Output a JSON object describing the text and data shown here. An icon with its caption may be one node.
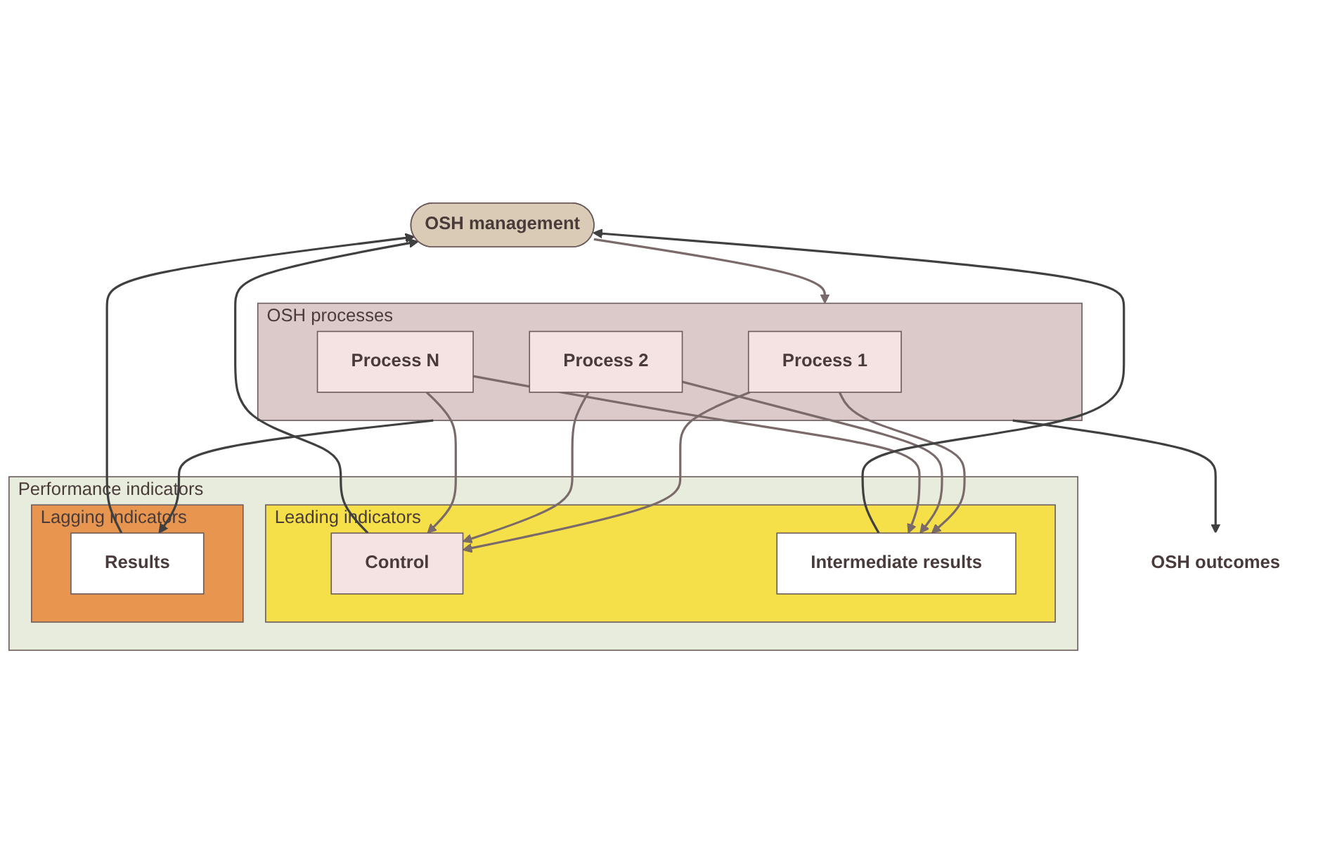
{
  "diagram": {
    "nodes": [
      {
        "text": [
          "OSH management"
        ]
      },
      {
        "text": [
          "OSH processes"
        ]
      },
      {
        "text": [
          "Process 1"
        ],
        "in": 1
      },
      {
        "text": [
          "Process 2"
        ],
        "in": 1
      },
      {
        "text": [
          "Process N"
        ],
        "in": 1
      },
      {
        "text": [
          "OSH outcomes"
        ]
      },
      {
        "text": [
          "Performance indicators"
        ]
      },
      {
        "text": [
          "Leading indicators"
        ],
        "in": 6
      },
      {
        "text": [
          "Control"
        ],
        "in": 7
      },
      {
        "text": [
          "Intermediate results"
        ],
        "in": 7
      },
      {
        "text": [
          "Lagging indicators"
        ],
        "in": 6
      },
      {
        "text": [
          "Results"
        ],
        "in": 10
      }
    ],
    "edges": [
      {
        "from": 0,
        "to": 1,
        "arrow": "to"
      },
      {
        "from": 2,
        "to": 8,
        "arrow": "to"
      },
      {
        "from": 3,
        "to": 8,
        "arrow": "to"
      },
      {
        "from": 4,
        "to": 8,
        "arrow": "to"
      },
      {
        "from": 2,
        "to": 9,
        "arrow": "to"
      },
      {
        "from": 3,
        "to": 9,
        "arrow": "to"
      },
      {
        "from": 4,
        "to": 9,
        "arrow": "to"
      },
      {
        "from": 1,
        "to": 5,
        "arrow": "to",
        "color": "#404040"
      },
      {
        "from": 1,
        "to": 11,
        "arrow": "to",
        "color": "#404040"
      },
      {
        "from": 8,
        "to": 0,
        "arrow": "to",
        "color": "#404040"
      },
      {
        "from": 9,
        "to": 0,
        "arrow": "to",
        "color": "#404040"
      },
      {
        "from": 11,
        "to": 0,
        "arrow": "to",
        "color": "#404040"
      }
    ]
  }
}
